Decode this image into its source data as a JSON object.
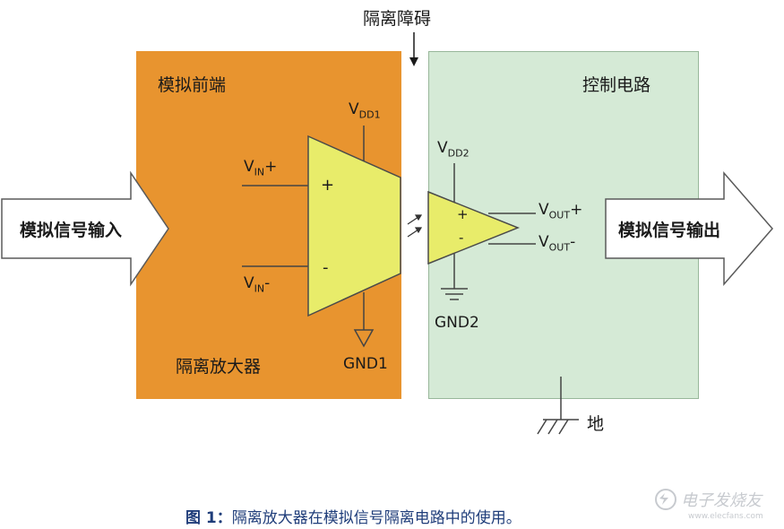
{
  "barrier_label": "隔离障碍",
  "analog_front_end": "模拟前端",
  "control_circuit": "控制电路",
  "isolation_amplifier": "隔离放大器",
  "input_arrow": "模拟信号输入",
  "output_arrow": "模拟信号输出",
  "pins": {
    "vdd1_main": "V",
    "vdd1_sub": "DD1",
    "vdd2_main": "V",
    "vdd2_sub": "DD2",
    "vin_plus_main": "V",
    "vin_plus_sub": "IN",
    "vin_plus_sign": "+",
    "vin_minus_main": "V",
    "vin_minus_sub": "IN",
    "vin_minus_sign": "-",
    "vout_plus_main": "V",
    "vout_plus_sub": "OUT",
    "vout_plus_sign": "+",
    "vout_minus_main": "V",
    "vout_minus_sub": "OUT",
    "vout_minus_sign": "-",
    "gnd1": "GND1",
    "gnd2": "GND2",
    "earth": "地"
  },
  "amp_signs": {
    "plus": "+",
    "minus": "-"
  },
  "caption": {
    "prefix": "图 1：",
    "text": "隔离放大器在模拟信号隔离电路中的使用。"
  },
  "colors": {
    "front_end_bg": "#e8942f",
    "control_bg": "#d5ead6",
    "amp_fill": "#e8ec6a",
    "caption": "#1f3d7a"
  }
}
